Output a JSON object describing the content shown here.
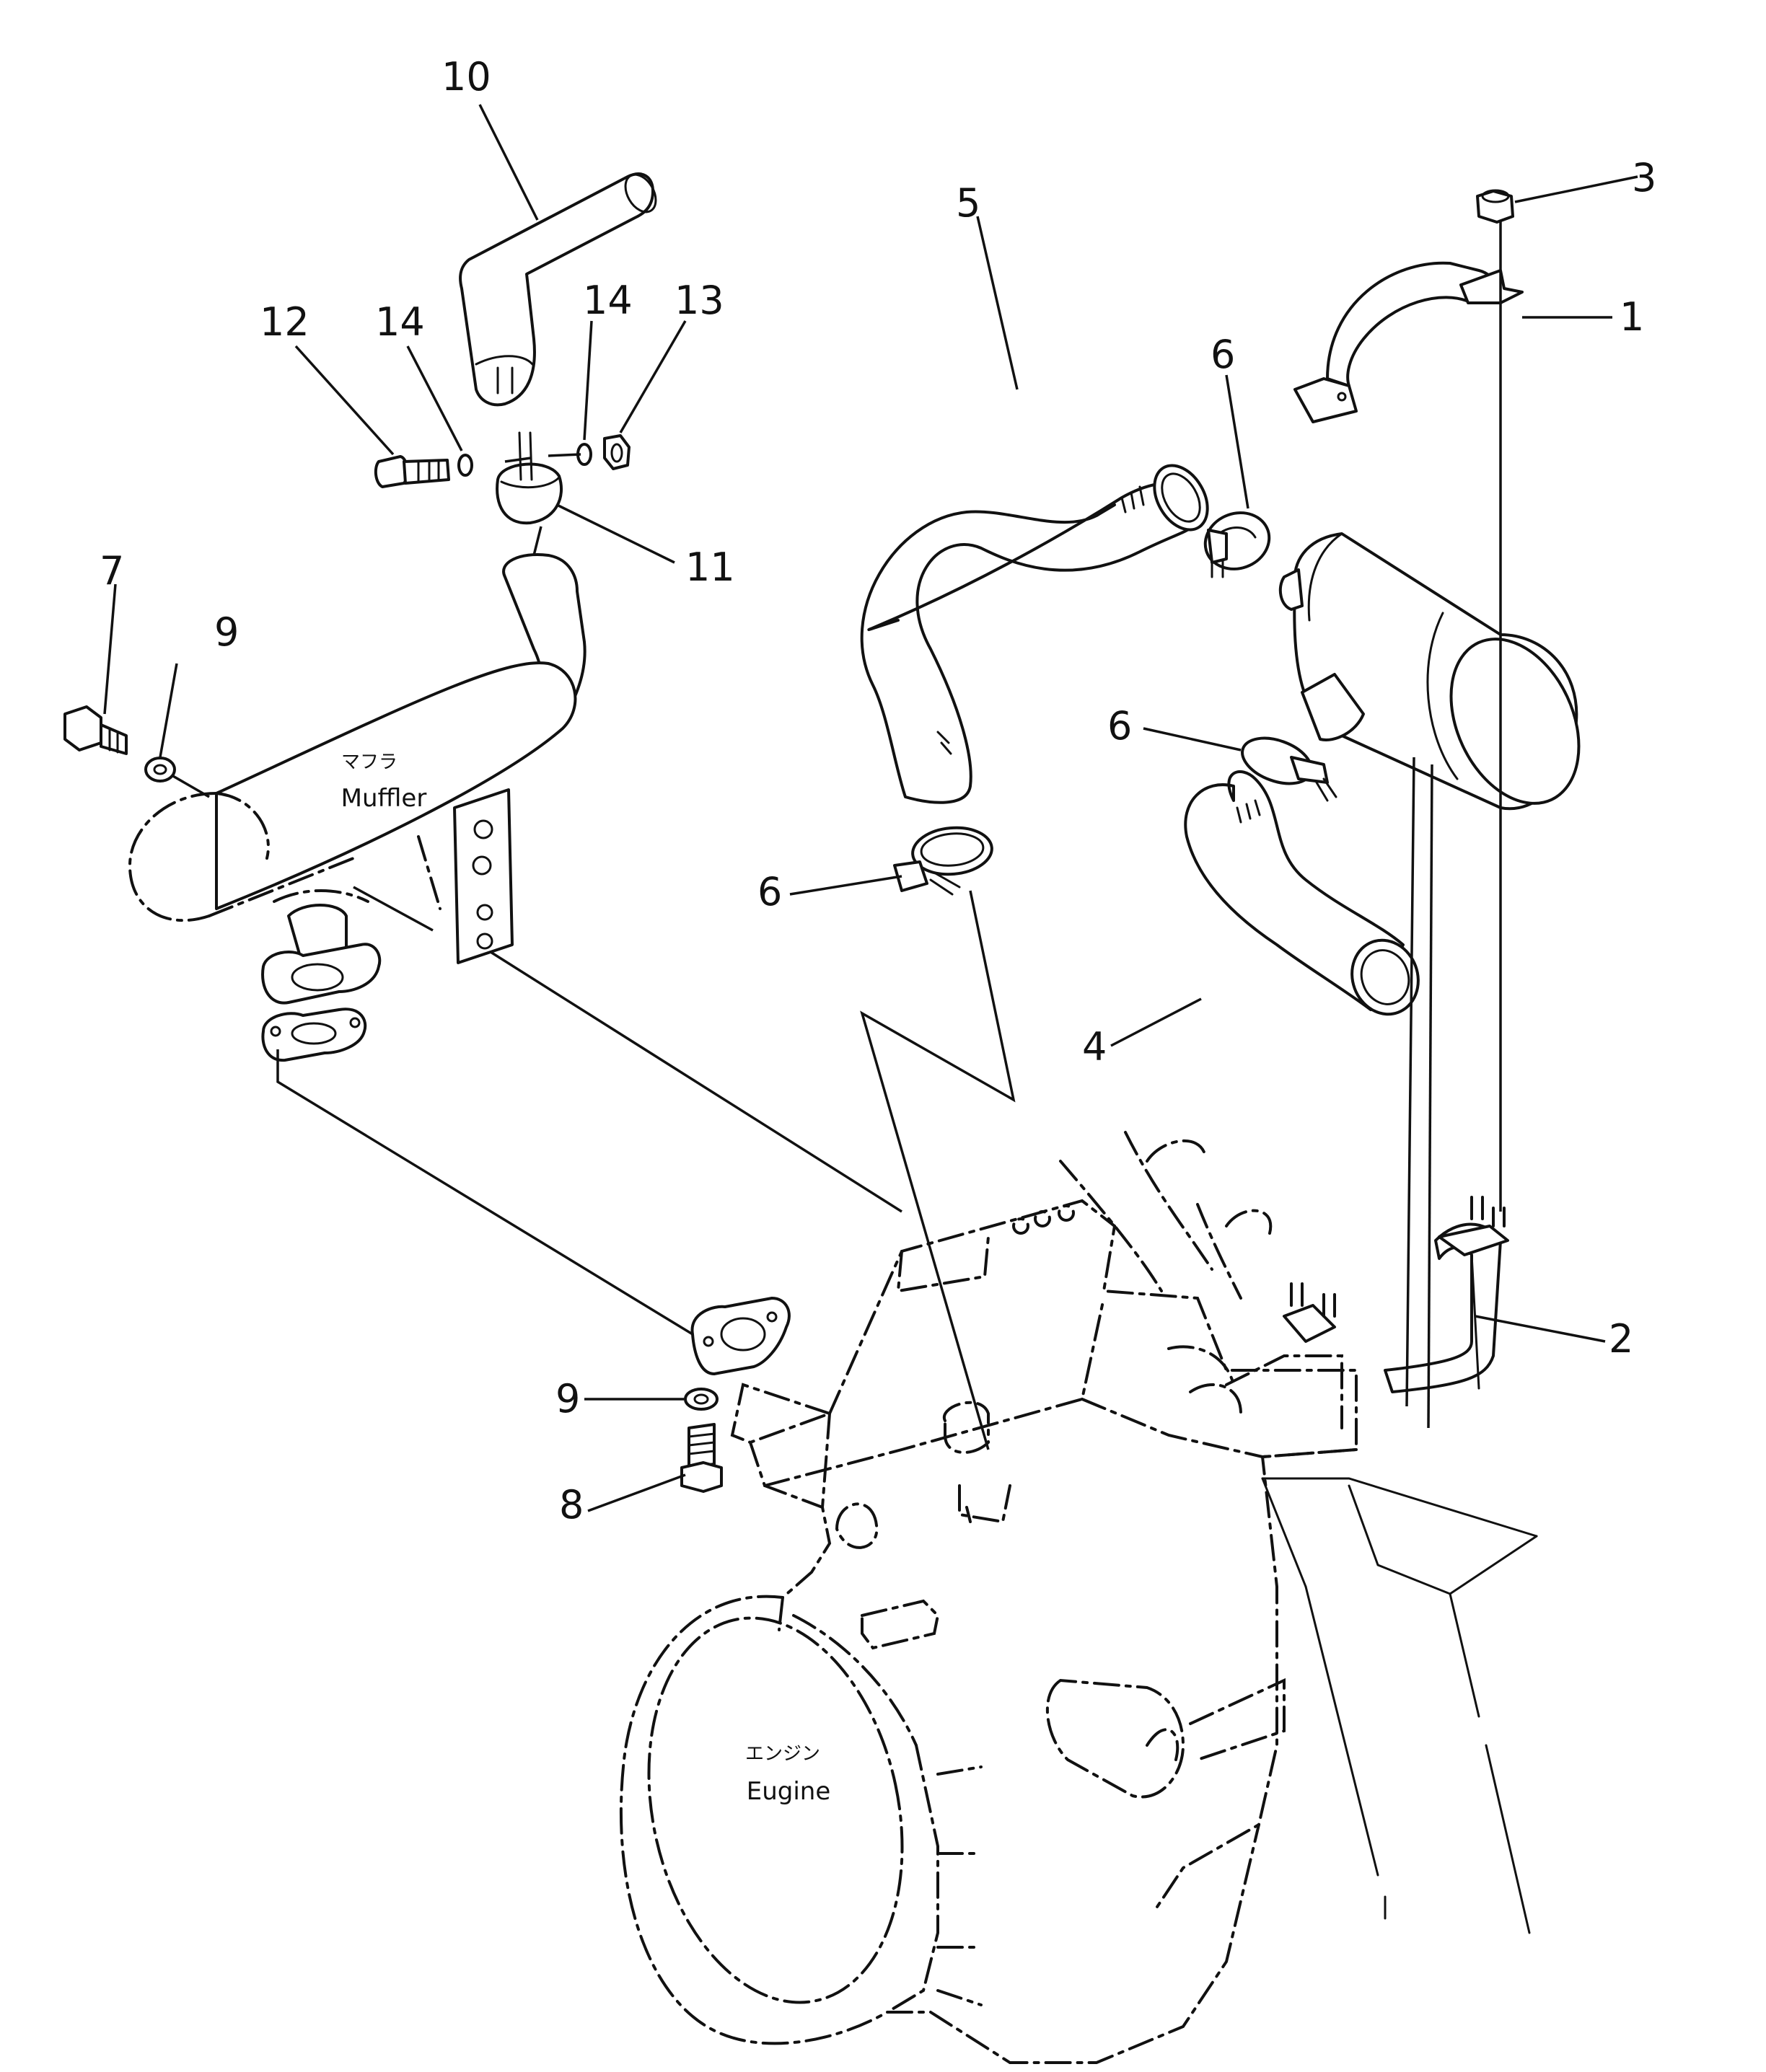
{
  "labels": {
    "muffler_jp": "マフラ",
    "muffler_en": "Muffler",
    "engine_jp": "エンジン",
    "engine_en": "Eugine"
  },
  "callouts": [
    {
      "id": "c1",
      "text": "1"
    },
    {
      "id": "c2",
      "text": "2"
    },
    {
      "id": "c3",
      "text": "3"
    },
    {
      "id": "c4",
      "text": "4"
    },
    {
      "id": "c5",
      "text": "5"
    },
    {
      "id": "c6a",
      "text": "6"
    },
    {
      "id": "c6b",
      "text": "6"
    },
    {
      "id": "c6c",
      "text": "6"
    },
    {
      "id": "c7",
      "text": "7"
    },
    {
      "id": "c8",
      "text": "8"
    },
    {
      "id": "c9a",
      "text": "9"
    },
    {
      "id": "c9b",
      "text": "9"
    },
    {
      "id": "c10",
      "text": "10"
    },
    {
      "id": "c11",
      "text": "11"
    },
    {
      "id": "c12",
      "text": "12"
    },
    {
      "id": "c13",
      "text": "13"
    },
    {
      "id": "c14a",
      "text": "14"
    },
    {
      "id": "c14b",
      "text": "14"
    }
  ]
}
